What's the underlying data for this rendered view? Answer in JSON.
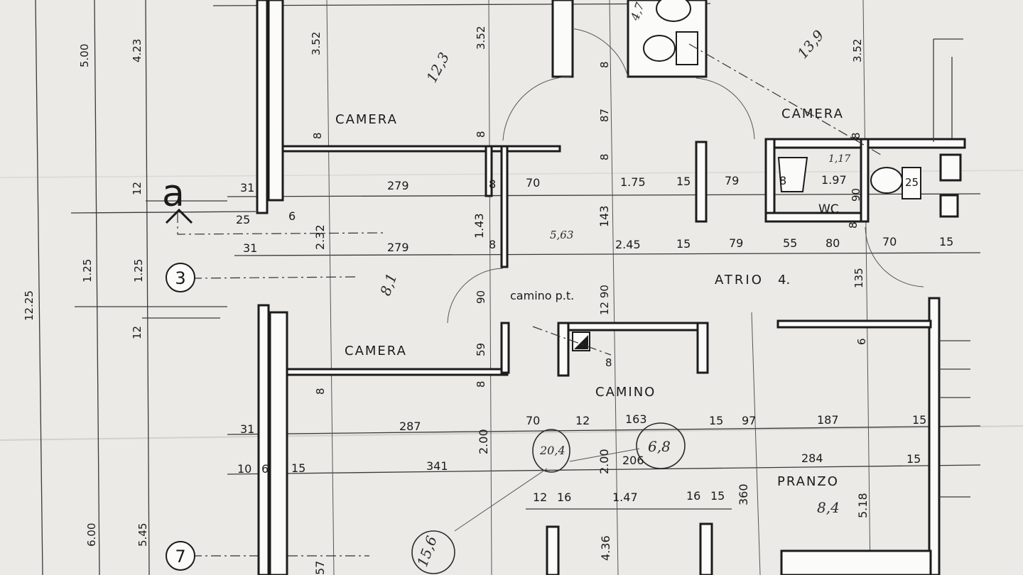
{
  "rooms": {
    "camera_top": "CAMERA",
    "camera_right": "CAMERA",
    "camera_mid": "CAMERA",
    "wc": "WC",
    "atrio": "ATRIO",
    "atrio_num": "4.",
    "camino": "CAMINO",
    "camino_pt": "camino p.t.",
    "pranzo": "PRANZO"
  },
  "markers": {
    "section": "a",
    "axis_3": "3",
    "axis_7": "7"
  },
  "left_dims": {
    "d_500": "5.00",
    "d_423": "4.23",
    "d_1225": "12.25",
    "d_125a": "1.25",
    "d_125b": "1.25",
    "d_12a": "12",
    "d_12b": "12",
    "d_600": "6.00",
    "d_545": "5.45"
  },
  "row_279a": {
    "a": "31",
    "b": "279",
    "c": "8",
    "d": "70",
    "e": "1.75",
    "f": "15",
    "g": "79",
    "h": "8",
    "i": "1.97"
  },
  "row_mid": {
    "a": "25",
    "b": "6",
    "c": "2.32",
    "d": "1.43",
    "e": "143"
  },
  "row_279b": {
    "a": "31",
    "b": "279",
    "c": "8",
    "d": "2.45",
    "e": "15",
    "f": "79",
    "g": "55",
    "h": "80",
    "i": "70",
    "j": "15"
  },
  "row_287": {
    "a": "31",
    "b": "287",
    "c": "70",
    "d": "12",
    "e": "163",
    "f": "15",
    "g": "97",
    "h": "187",
    "i": "15"
  },
  "row_341": {
    "a": "10",
    "b": "6",
    "c": "15",
    "d": "341",
    "e": "2.00",
    "f": "2.00",
    "g": "206",
    "h": "284",
    "i": "15"
  },
  "row_147": {
    "a": "12",
    "b": "16",
    "c": "1.47",
    "d": "16",
    "e": "15",
    "f": "360",
    "g": "5.18",
    "h": "4.36",
    "i": "57"
  },
  "vert_dims": {
    "v352a": "3.52",
    "v352b": "3.52",
    "v352c": "3.52",
    "v8a": "8",
    "v87": "87",
    "v8b": "8",
    "v8c": "8",
    "v8d": "8",
    "v8e": "8",
    "v90": "90",
    "v1290": "12 90",
    "v59": "59",
    "v8f": "8",
    "v8g": "8",
    "v8h": "8",
    "v8i": "8",
    "v135": "135",
    "v6": "6",
    "v25": "25",
    "v90b": "90"
  },
  "handwritten": {
    "h123": "12,3",
    "h139": "13,9",
    "h81": "8,1",
    "h563": "5,63",
    "h84": "8,4",
    "h156": "15,6",
    "h201": "20,4",
    "h68": "6,8",
    "h117": "1,17",
    "h47": "4,7"
  }
}
